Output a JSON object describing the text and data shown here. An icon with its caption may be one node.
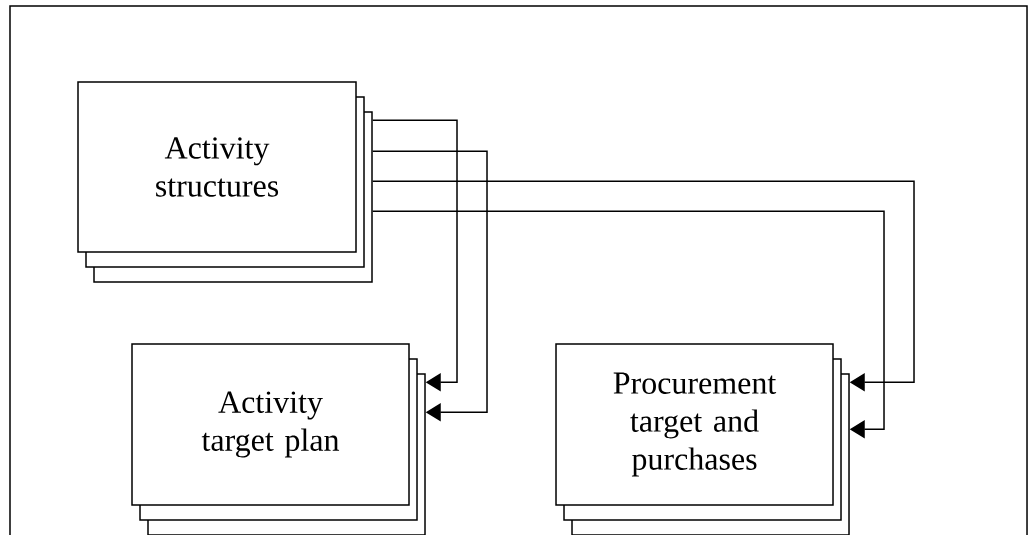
{
  "diagram": {
    "nodes": [
      {
        "text": [
          "Activity structures"
        ]
      },
      {
        "text": [
          "Activity target plan"
        ]
      },
      {
        "text": [
          "Procurement target and purchases"
        ]
      }
    ],
    "edges": [
      {
        "from": 0,
        "to": 1,
        "arrow": "to"
      },
      {
        "from": 0,
        "to": 1,
        "arrow": "to"
      },
      {
        "from": 0,
        "to": 2,
        "arrow": "to"
      },
      {
        "from": 0,
        "to": 2,
        "arrow": "to"
      }
    ]
  }
}
